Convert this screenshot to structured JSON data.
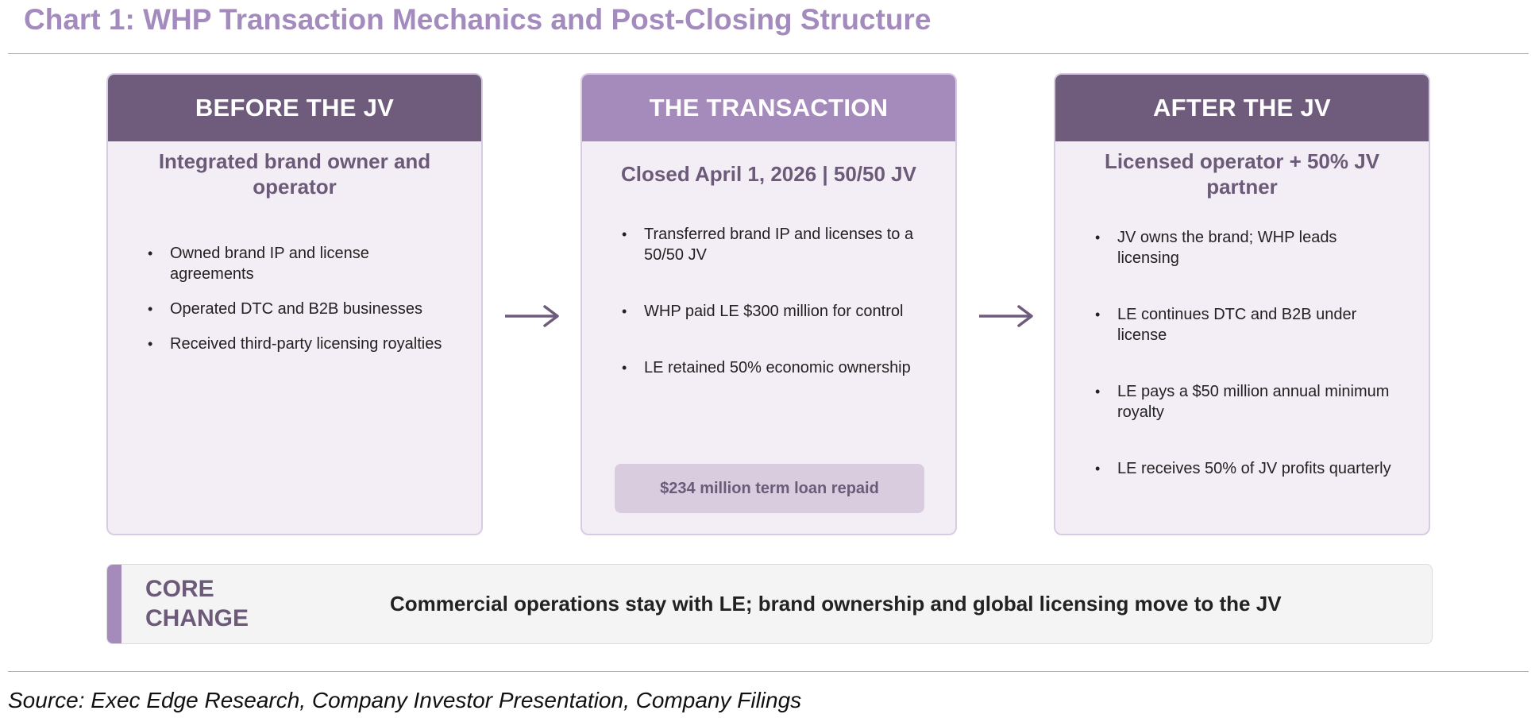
{
  "title": "Chart 1: WHP Transaction Mechanics and Post-Closing Structure",
  "colors": {
    "title": "#a38bbd",
    "header_dark": "#6f5b7b",
    "header_light": "#a58bbb",
    "card_bg": "#f3eef5",
    "accent_text": "#6b5a78"
  },
  "cards": [
    {
      "header": "BEFORE THE JV",
      "subtitle": "Integrated brand owner and operator",
      "bullets": [
        "Owned brand IP and license agreements",
        "Operated DTC and B2B businesses",
        "Received third-party licensing royalties"
      ]
    },
    {
      "header": "THE TRANSACTION",
      "subtitle": "Closed April 1, 2026 | 50/50 JV",
      "bullets": [
        "Transferred brand IP and licenses to a 50/50 JV",
        "WHP paid LE $300 million for control",
        "LE retained 50% economic ownership"
      ],
      "callout": "$234 million term loan repaid"
    },
    {
      "header": "AFTER THE JV",
      "subtitle": "Licensed operator + 50% JV partner",
      "bullets": [
        "JV owns the brand; WHP leads licensing",
        "LE continues DTC and B2B under license",
        "LE pays a $50 million annual minimum royalty",
        "LE receives 50% of JV profits quarterly"
      ]
    }
  ],
  "arrows": [
    "arrow-right-icon",
    "arrow-right-icon"
  ],
  "core": {
    "label": "CORE CHANGE",
    "text": "Commercial operations stay with LE; brand ownership and global licensing move to the JV"
  },
  "source": "Source: Exec Edge Research, Company Investor Presentation, Company Filings"
}
